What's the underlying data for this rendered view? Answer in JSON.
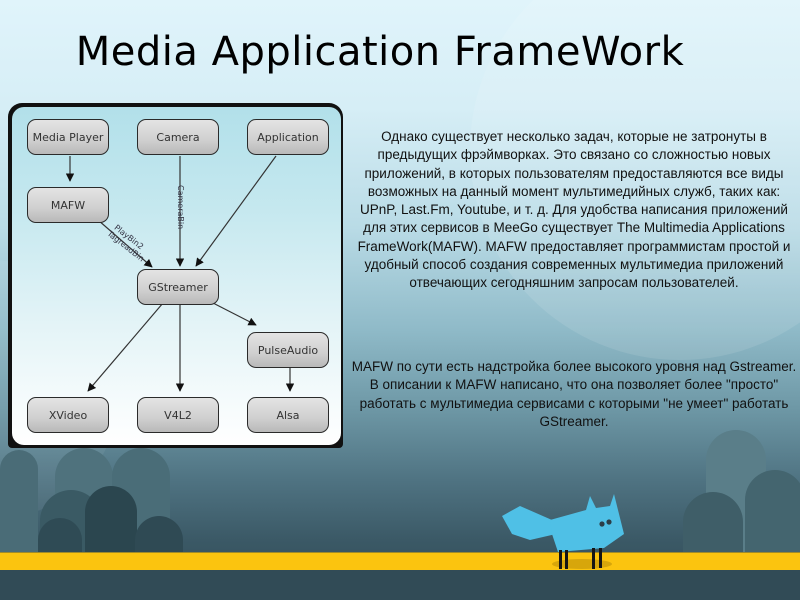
{
  "slide": {
    "title": "Media Application FrameWork",
    "paragraphs": [
      "Однако существует несколько задач, которые не затронуты в предыдущих фрэймворках. Это связано со сложностью новых приложений, в которых пользователям предоставляются все виды возможных на данный момент мультимедийных служб, таких как: UPnP, Last.Fm, Youtube, и т. д. Для удобства написания приложений для этих сервисов в MeeGo существует The Multimedia Applications FrameWork(MAFW). MAFW предоставляет программистам простой и удобный способ создания современных мультимедиа приложений отвечающих сегодняшним запросам пользователей.",
      "MAFW по сути есть надстройка более высокого уровня над Gstreamer. В описании к MAFW написано, что она позволяет более \"просто\" работать с  мультимедиа сервисами с которыми \"не умеет\" работать GStreamer."
    ]
  },
  "diagram": {
    "nodes": {
      "media_player": "Media Player",
      "camera": "Camera",
      "application": "Application",
      "mafw": "MAFW",
      "gstreamer": "GStreamer",
      "pulseaudio": "PulseAudio",
      "xvideo": "XVideo",
      "v4l2": "V4L2",
      "alsa": "Alsa"
    },
    "edge_labels": {
      "playbin": "PlayBin2",
      "tagreadbin": "TagreadBin",
      "camerabin": "CameraBin"
    }
  },
  "colors": {
    "ground": "#fbc40f",
    "fox": "#4fc0e6",
    "node_border": "#2a2a2a"
  },
  "icons": [
    "fox-mascot-icon",
    "tree-silhouette-icon"
  ]
}
